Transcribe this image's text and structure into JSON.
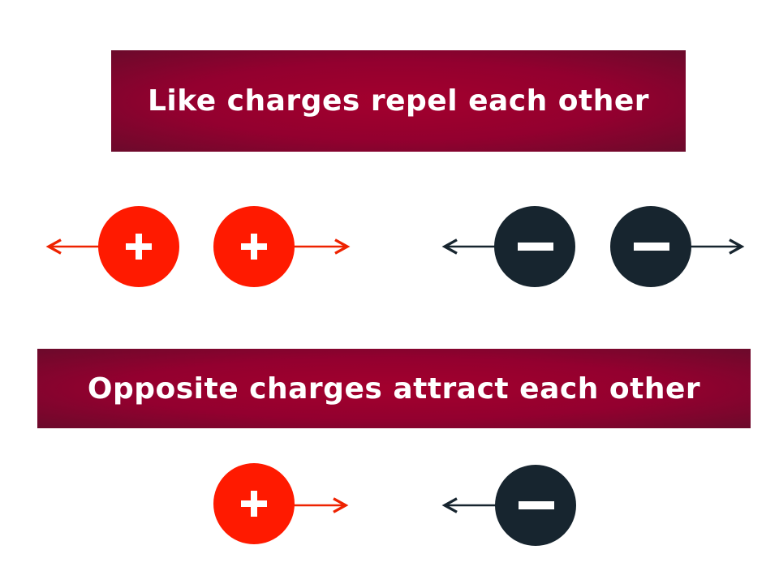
{
  "headings": {
    "like": "Like charges repel each other",
    "opposite": "Opposite charges attract each other"
  },
  "colors": {
    "banner": "#93002f",
    "positive": "#ff1a00",
    "negative": "#17252f",
    "positive_arrow": "#ee2200",
    "negative_arrow": "#17252f",
    "symbol": "#ffffff"
  },
  "charges": [
    {
      "sign": "positive",
      "arrow": "left"
    },
    {
      "sign": "positive",
      "arrow": "right"
    },
    {
      "sign": "negative",
      "arrow": "left"
    },
    {
      "sign": "negative",
      "arrow": "right"
    },
    {
      "sign": "positive",
      "arrow": "right"
    },
    {
      "sign": "negative",
      "arrow": "left"
    }
  ]
}
